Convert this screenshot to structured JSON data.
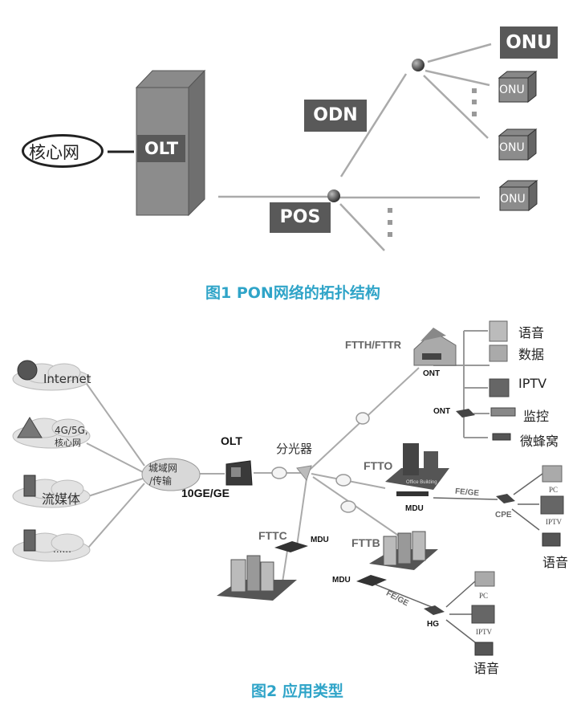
{
  "figure1": {
    "caption": "图1 PON网络的拓扑结构",
    "core_network": "核心网",
    "olt": "OLT",
    "odn": "ODN",
    "pos": "POS",
    "onu_labels": [
      "ONU",
      "ONU",
      "ONU",
      "ONU"
    ]
  },
  "figure2": {
    "caption": "图2 应用类型",
    "clouds": [
      "Internet",
      "4G/5G,",
      "核心网",
      "流媒体",
      "......"
    ],
    "metro": [
      "城域网",
      "/传输"
    ],
    "olt": "OLT",
    "olt_rate": "10GE/GE",
    "splitter": "分光器",
    "ftth": "FTTH/FTTR",
    "ftto": "FTTO",
    "fttc": "FTTC",
    "fttb": "FTTB",
    "ont1": "ONT",
    "ont2": "ONT",
    "mdu_ftto": "MDU",
    "mdu_fttc": "MDU",
    "mdu_fttb": "MDU",
    "office_building": "Office Building",
    "fe_ge_1": "FE/GE",
    "fe_ge_2": "FE/GE",
    "cpe": "CPE",
    "hg": "HG",
    "home_services": [
      "语音",
      "数据",
      "IPTV",
      "监控",
      "微蜂窝"
    ],
    "cpe_services": [
      "PC",
      "IPTV",
      "语音"
    ],
    "hg_services": [
      "PC",
      "IPTV",
      "语音"
    ]
  }
}
